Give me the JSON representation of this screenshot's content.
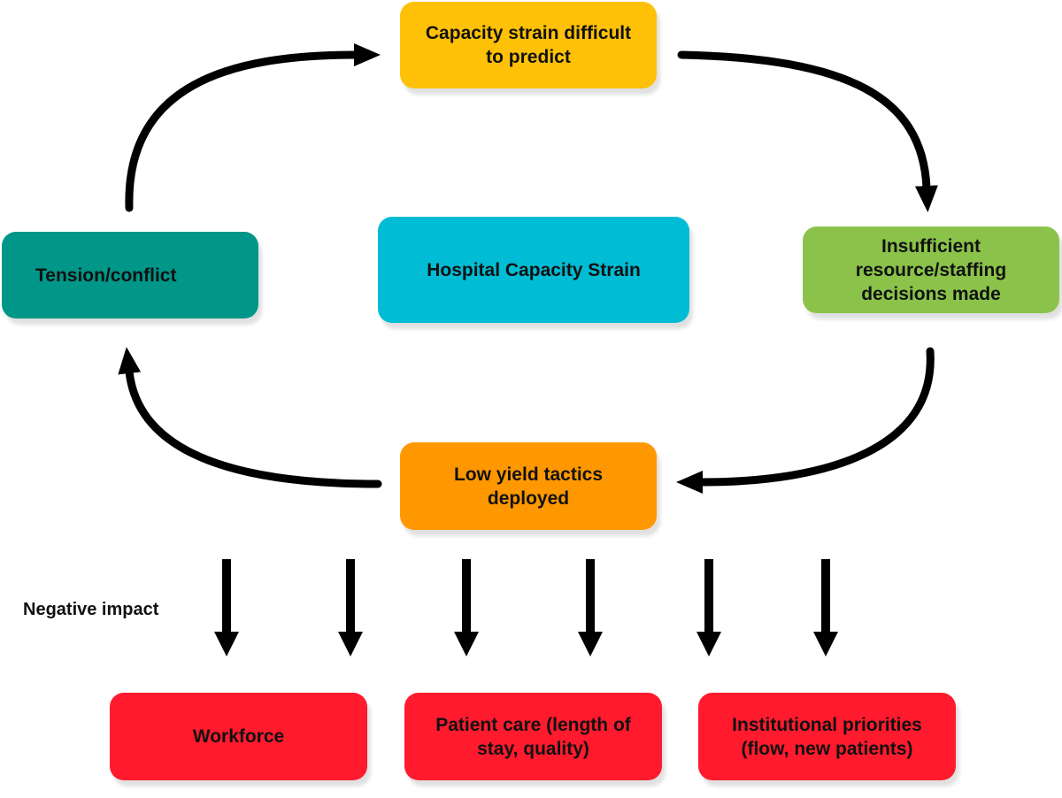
{
  "diagram": {
    "center": {
      "label": "Hospital Capacity Strain",
      "color": "#00BCD4"
    },
    "cycle": [
      {
        "id": "capacity",
        "label_lines": [
          "Capacity strain difficult",
          "to predict"
        ],
        "color": "#FFC107"
      },
      {
        "id": "insufficient",
        "label_lines": [
          "Insufficient",
          "resource/staffing",
          "decisions made"
        ],
        "color": "#8BC34A"
      },
      {
        "id": "lowyield",
        "label_lines": [
          "Low yield tactics",
          "deployed"
        ],
        "color": "#FF9800"
      },
      {
        "id": "tension",
        "label_lines": [
          "Tension/conflict"
        ],
        "color": "#009688"
      }
    ],
    "impact_label": "Negative impact",
    "impacts": [
      {
        "id": "workforce",
        "label_lines": [
          "Workforce"
        ],
        "color": "#FF1A2E"
      },
      {
        "id": "patient",
        "label_lines": [
          "Patient care (length of",
          "stay, quality)"
        ],
        "color": "#FF1A2E"
      },
      {
        "id": "institutional",
        "label_lines": [
          "Institutional priorities",
          "(flow, new patients)"
        ],
        "color": "#FF1A2E"
      }
    ],
    "arrow_color": "#000000"
  }
}
